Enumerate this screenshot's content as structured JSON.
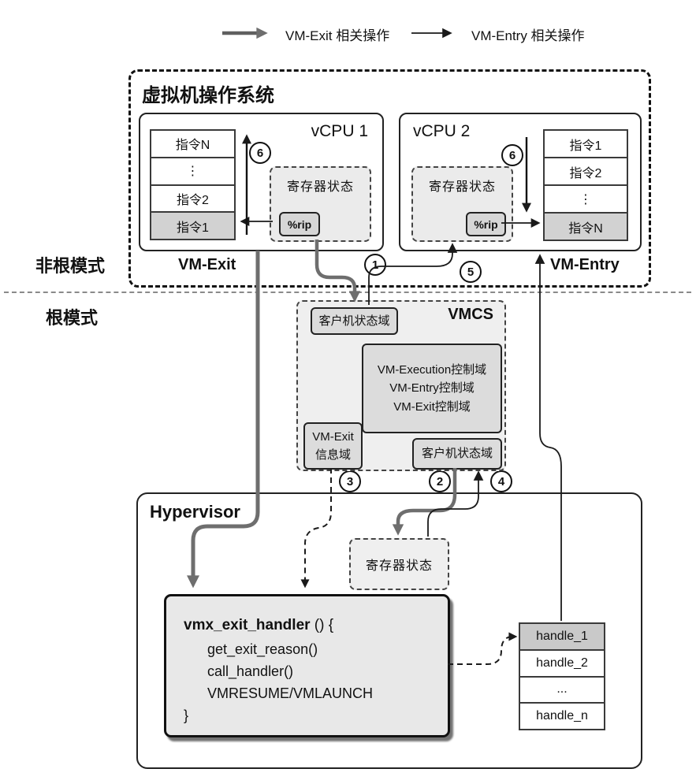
{
  "legend": {
    "vm_exit_label": "VM-Exit 相关操作",
    "vm_entry_label": "VM-Entry 相关操作"
  },
  "modes": {
    "non_root": "非根模式",
    "root": "根模式"
  },
  "guest_os": {
    "title": "虚拟机操作系统",
    "vm_exit_label": "VM-Exit",
    "vm_entry_label": "VM-Entry",
    "vcpu1": {
      "title": "vCPU 1",
      "instructions": [
        "指令N",
        "⋮",
        "指令2",
        "指令1"
      ],
      "register_state_label": "寄存器状态",
      "rip_label": "%rip"
    },
    "vcpu2": {
      "title": "vCPU 2",
      "instructions": [
        "指令1",
        "指令2",
        "⋮",
        "指令N"
      ],
      "register_state_label": "寄存器状态",
      "rip_label": "%rip"
    }
  },
  "steps": {
    "s1": "1",
    "s2": "2",
    "s3": "3",
    "s4": "4",
    "s5": "5",
    "s6": "6"
  },
  "vmcs": {
    "title": "VMCS",
    "guest_state_top": "客户机状态域",
    "control_lines": [
      "VM-Execution控制域",
      "VM-Entry控制域",
      "VM-Exit控制域"
    ],
    "exit_info_lines": [
      "VM-Exit",
      "信息域"
    ],
    "guest_state_bottom": "客户机状态域"
  },
  "hypervisor": {
    "title": "Hypervisor",
    "register_state_label": "寄存器状态",
    "code": {
      "fn": "vmx_exit_handler",
      "sig": " () {",
      "body": [
        "get_exit_reason()",
        "call_handler()",
        "VMRESUME/VMLAUNCH"
      ],
      "close": "}"
    },
    "handles": [
      "handle_1",
      "handle_2",
      "...",
      "handle_n"
    ]
  },
  "colors": {
    "thick_arrow": "#6e6e6e",
    "thin_arrow": "#1a1a1a",
    "panel_fill": "#efefef",
    "cell_fill": "#dcdcdc",
    "highlight_fill": "#c9c9c9",
    "code_box_fill": "#e8e8e8"
  }
}
